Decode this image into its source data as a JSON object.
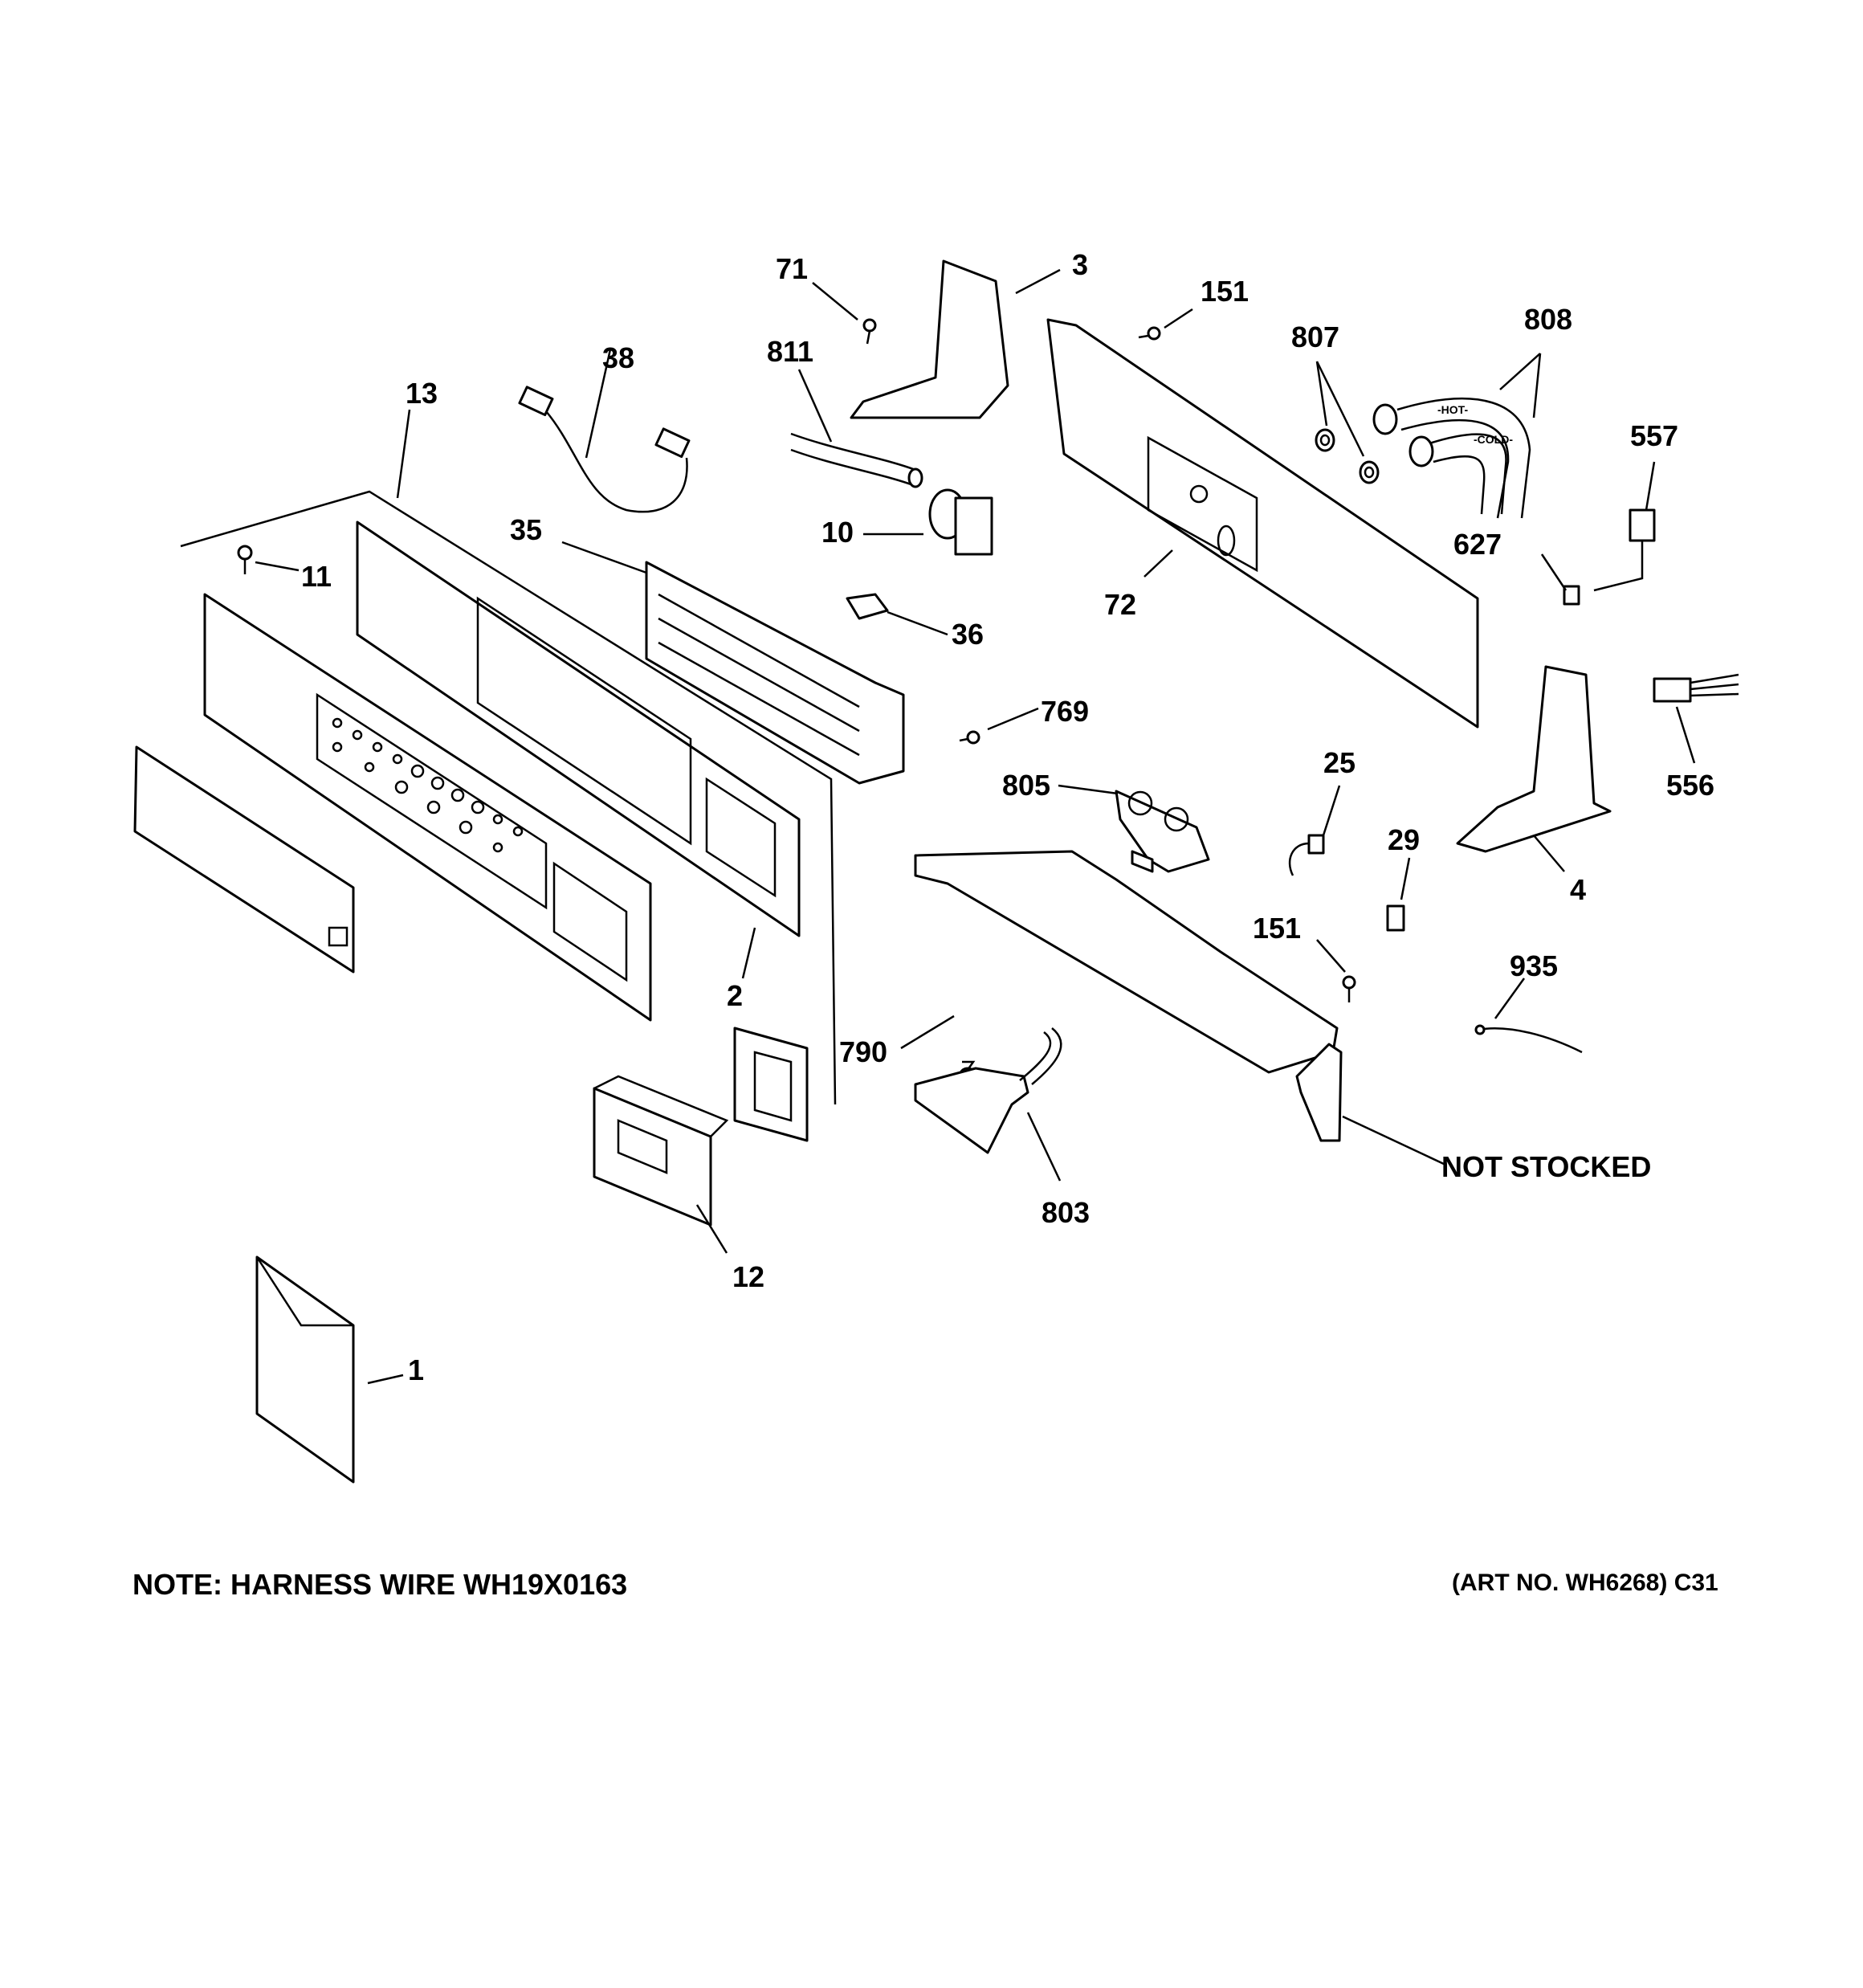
{
  "part_labels": {
    "p71": "71",
    "p3": "3",
    "p151a": "151",
    "p807": "807",
    "p808": "808",
    "p811": "811",
    "p38": "38",
    "p13": "13",
    "p557": "557",
    "p35": "35",
    "p10": "10",
    "p627": "627",
    "p11": "11",
    "p72": "72",
    "p36": "36",
    "p769": "769",
    "p25": "25",
    "p805": "805",
    "p556": "556",
    "p29": "29",
    "p4": "4",
    "p151b": "151",
    "p2": "2",
    "p935": "935",
    "p790": "790",
    "not_stocked": "NOT STOCKED",
    "p803": "803",
    "p12": "12",
    "p1": "1"
  },
  "hose_labels": {
    "hot": "-HOT-",
    "cold": "-COLD-"
  },
  "note": "NOTE: HARNESS WIRE WH19X0163",
  "art_number": "(ART NO. WH6268) C31"
}
